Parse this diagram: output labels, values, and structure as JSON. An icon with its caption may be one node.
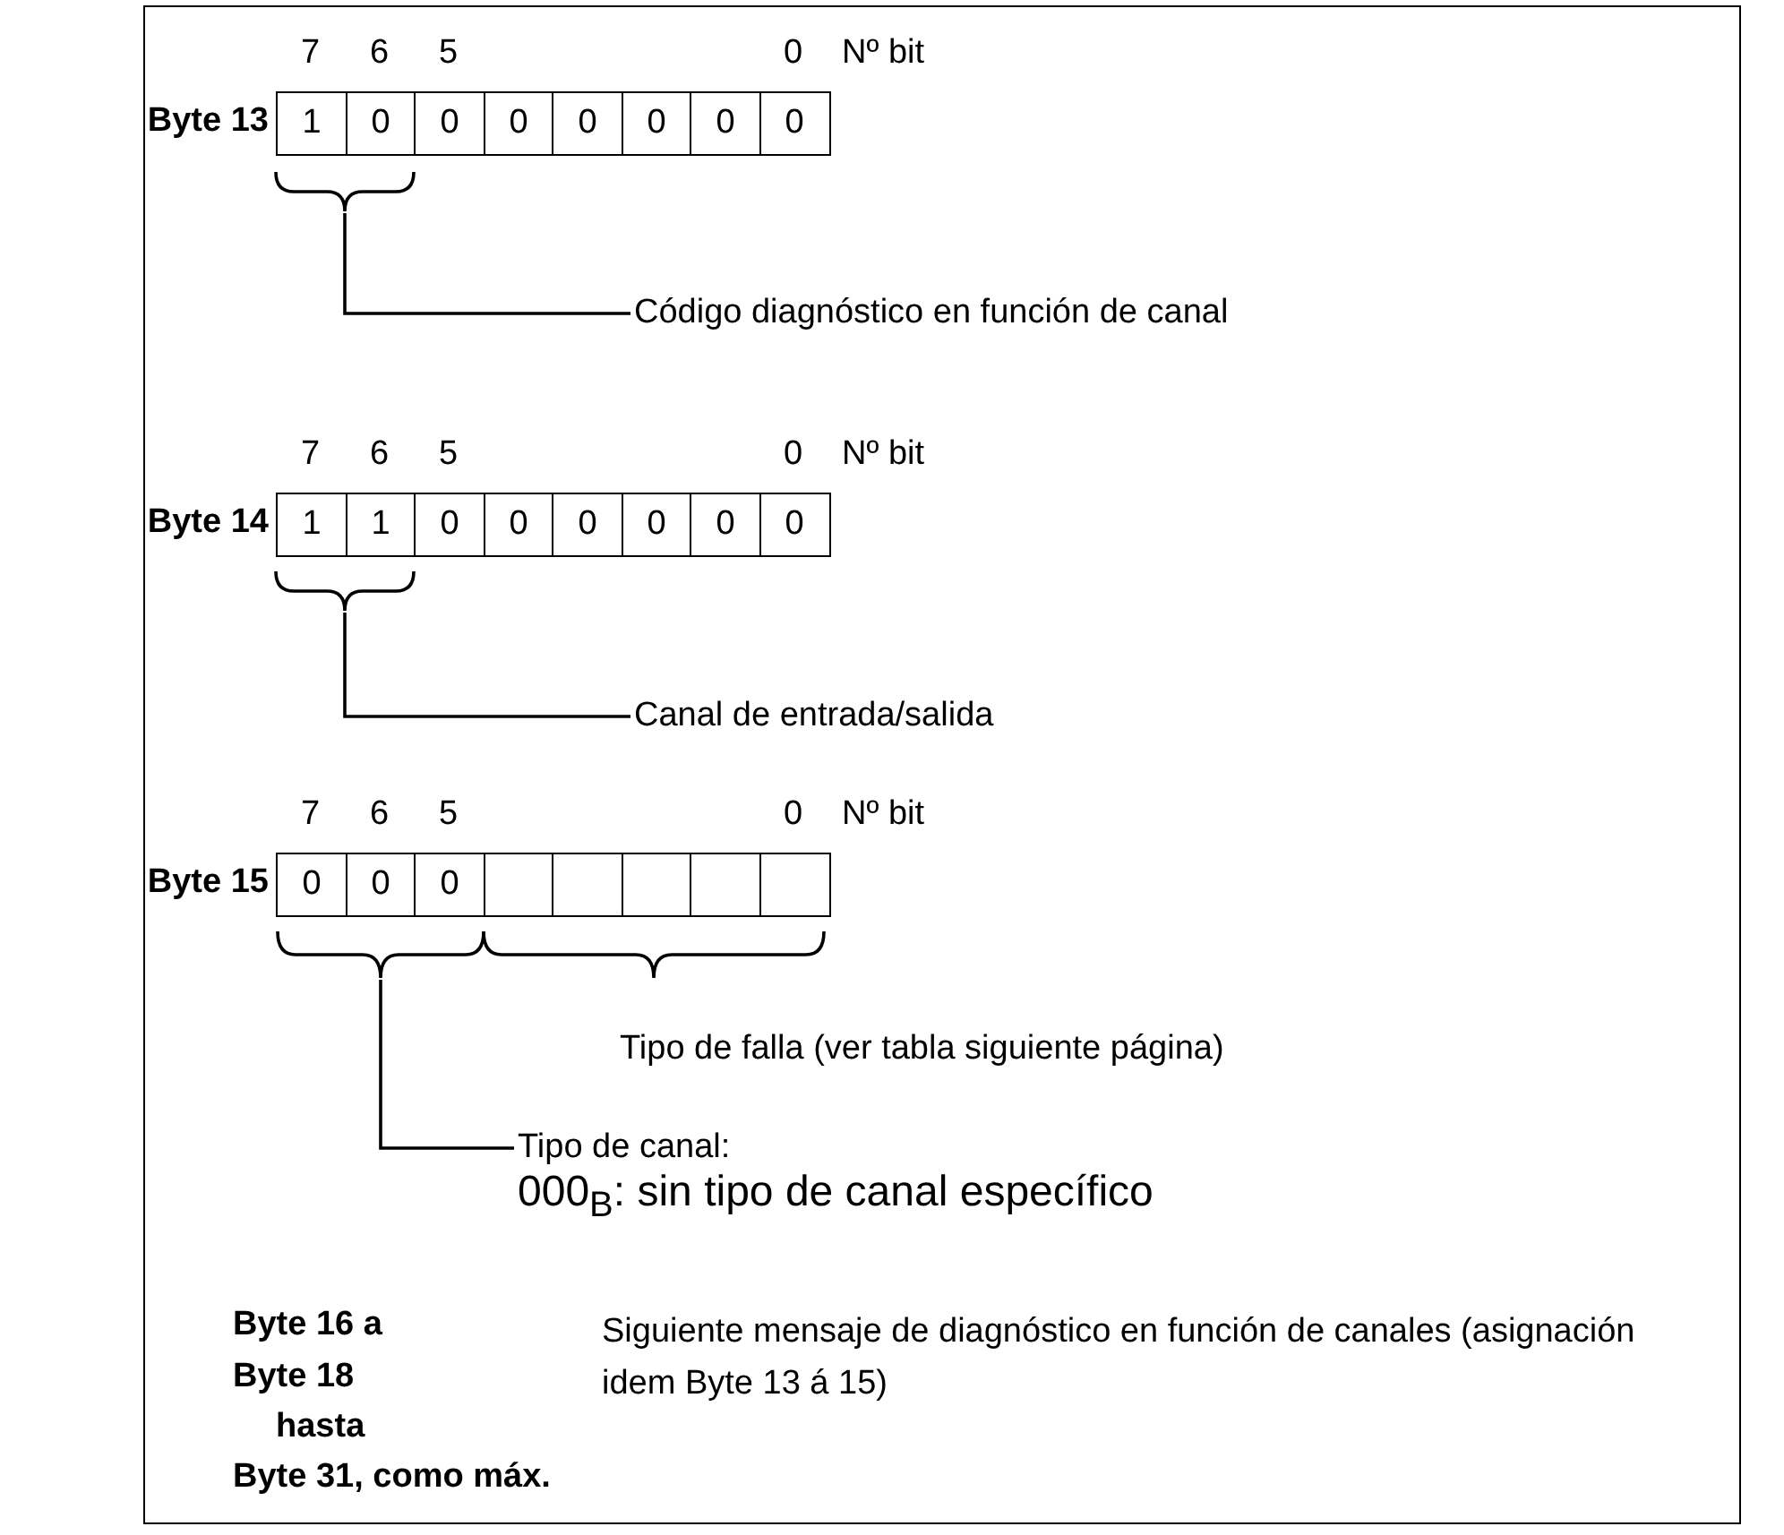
{
  "diagram": {
    "nodes": [
      {
        "text": [
          "Código diagnóstico en función de canal"
        ]
      },
      {
        "text": [],
        "shape": "bracket"
      },
      {
        "text": [
          "Canal de entrada/salida"
        ]
      },
      {
        "text": [],
        "shape": "bracket"
      },
      {
        "text": [],
        "shape": "bracket"
      },
      {
        "text": [
          "Tipo de canal:",
          "000$_{B}$: sin tipo de canal específico"
        ]
      }
    ],
    "edges": [
      {
        "from": 0,
        "to": 1,
        "arrow": "none"
      },
      {
        "from": 2,
        "to": 3,
        "arrow": "none"
      },
      {
        "from": 5,
        "to": 4,
        "arrow": "none"
      }
    ],
    "labels": [
      "7",
      "6",
      "5",
      "0",
      "Nº bit",
      "Byte 13",
      "1",
      "0",
      "0",
      "0",
      "0",
      "0",
      "0",
      "0",
      "7",
      "6",
      "5",
      "0",
      "Nº bit",
      "Byte 14",
      "1",
      "1",
      "0",
      "0",
      "0",
      "0",
      "0",
      "0",
      "7",
      "6",
      "5",
      "0",
      "Nº bit",
      "Byte 15",
      "0",
      "0",
      "0",
      "Tipo de falla (ver tabla siguiente página)",
      "Byte 16 a",
      "Byte 18",
      "Siguiente mensaje de diagnóstico en función de canales (asignación idem Byte 13 á 15)",
      "hasta",
      "Byte 31, como máx."
    ]
  }
}
